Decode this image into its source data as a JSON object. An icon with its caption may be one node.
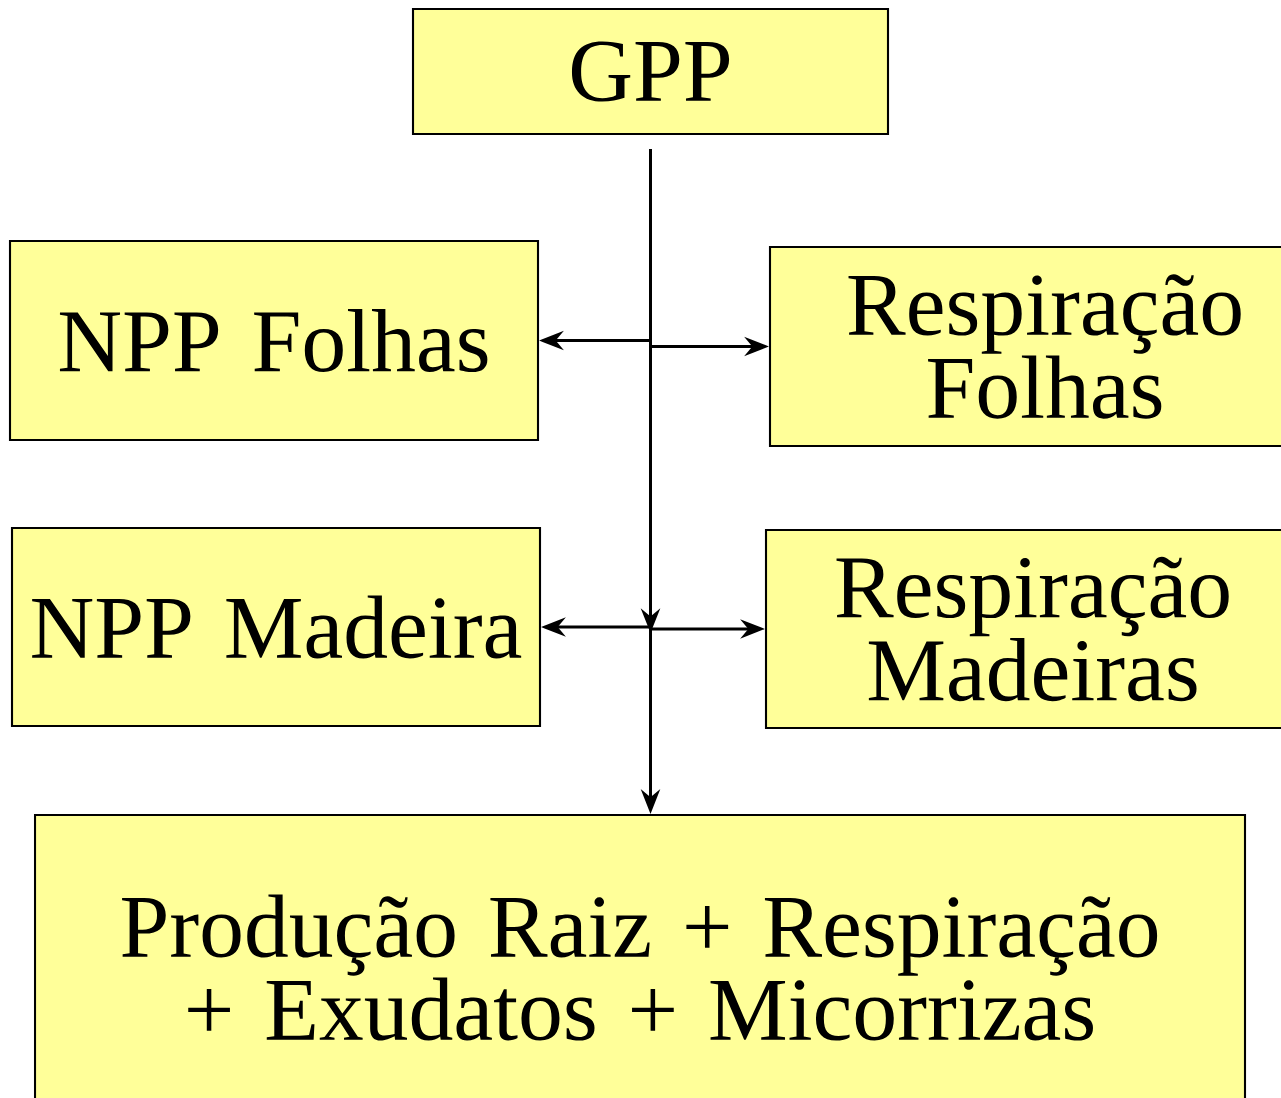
{
  "diagram": {
    "nodes": [
      {
        "text": [
          "GPP"
        ]
      },
      {
        "text": [
          "NPP Folhas"
        ]
      },
      {
        "text": [
          "Respiração Folhas"
        ]
      },
      {
        "text": [
          "NPP Madeira"
        ]
      },
      {
        "text": [
          "Respiração Madeiras"
        ]
      },
      {
        "text": [
          "Produção Raiz + Respiração + Exudatos + Micorrizas"
        ]
      }
    ],
    "edges": [
      {
        "from": 0,
        "to": 1,
        "arrow": "to"
      },
      {
        "from": 0,
        "to": 2,
        "arrow": "to"
      },
      {
        "from": 0,
        "to": 3,
        "arrow": "to"
      },
      {
        "from": 0,
        "to": 4,
        "arrow": "to"
      },
      {
        "from": 0,
        "to": 5,
        "arrow": "to"
      }
    ]
  }
}
